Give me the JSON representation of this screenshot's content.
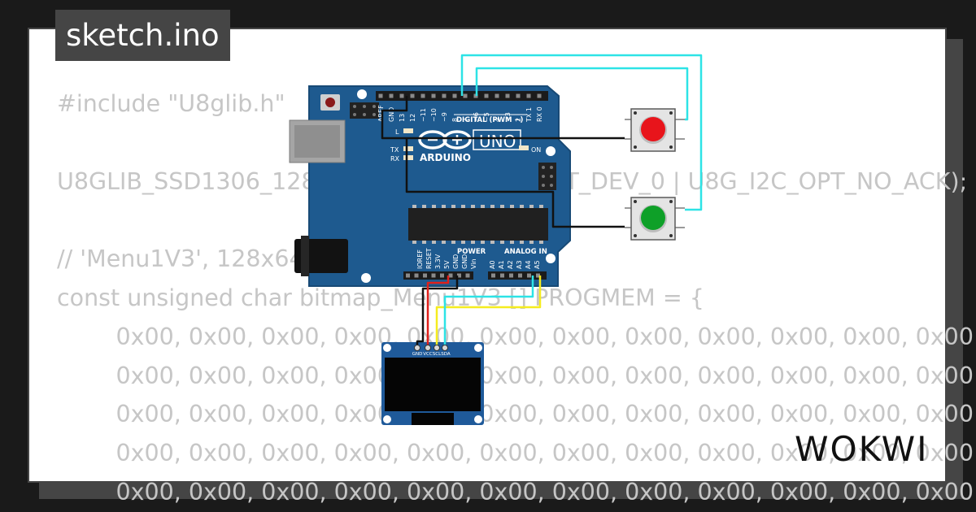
{
  "sketch": {
    "filename": "sketch.ino"
  },
  "code_lines": [
    "#include \"U8glib.h\"",
    "",
    "U8GLIB_SSD1306_128X64 u8g(U8G_I2C_OPT_DEV_0 | U8G_I2C_OPT_NO_ACK);",
    "",
    "// 'Menu1V3', 128x64px",
    "const unsigned char bitmap_Menu1V3 [] PROGMEM = {",
    "        0x00, 0x00, 0x00, 0x00, 0x00, 0x00, 0x00, 0x00, 0x00, 0x00, 0x00, 0x00",
    "        0x00, 0x00, 0x00, 0x00, 0x00, 0x00, 0x00, 0x00, 0x00, 0x00, 0x00, 0x00",
    "        0x00, 0x00, 0x00, 0x00, 0x00, 0x00, 0x00, 0x00, 0x00, 0x00, 0x00, 0x00",
    "        0x00, 0x00, 0x00, 0x00, 0x00, 0x00, 0x00, 0x00, 0x00, 0x00, 0x00, 0x00",
    "        0x00, 0x00, 0x00, 0x00, 0x00, 0x00, 0x00, 0x00, 0x00, 0x00, 0x00, 0x00"
  ],
  "arduino": {
    "brand": "ARDUINO",
    "model": "UNO",
    "digital_header": "DIGITAL (PWM ~)",
    "on_label": "ON",
    "l_label": "L",
    "tx_label": "TX",
    "rx_label": "RX",
    "power_label": "POWER",
    "analog_label": "ANALOG IN",
    "digital_pins": [
      "AREF",
      "GND",
      "13",
      "12",
      "~11",
      "~10",
      "~9",
      "8",
      "7",
      "~6",
      "~5",
      "4",
      "~3",
      "2",
      "TX 1",
      "RX 0"
    ],
    "power_pins": [
      "IOREF",
      "RESET",
      "3.3V",
      "5V",
      "GND",
      "GND",
      "Vin"
    ],
    "analog_pins": [
      "A0",
      "A1",
      "A2",
      "A3",
      "A4",
      "A5"
    ]
  },
  "oled": {
    "pins": [
      "GND",
      "VCC",
      "SCL",
      "SDA"
    ]
  },
  "buttons": [
    {
      "color": "#e8141b"
    },
    {
      "color": "#0ea028"
    }
  ],
  "wires": {
    "cyan": "#2de3e6",
    "black": "#111111",
    "red": "#e0201b",
    "yellow": "#f5ec1f"
  },
  "brand": {
    "logo": "WOKWI"
  }
}
